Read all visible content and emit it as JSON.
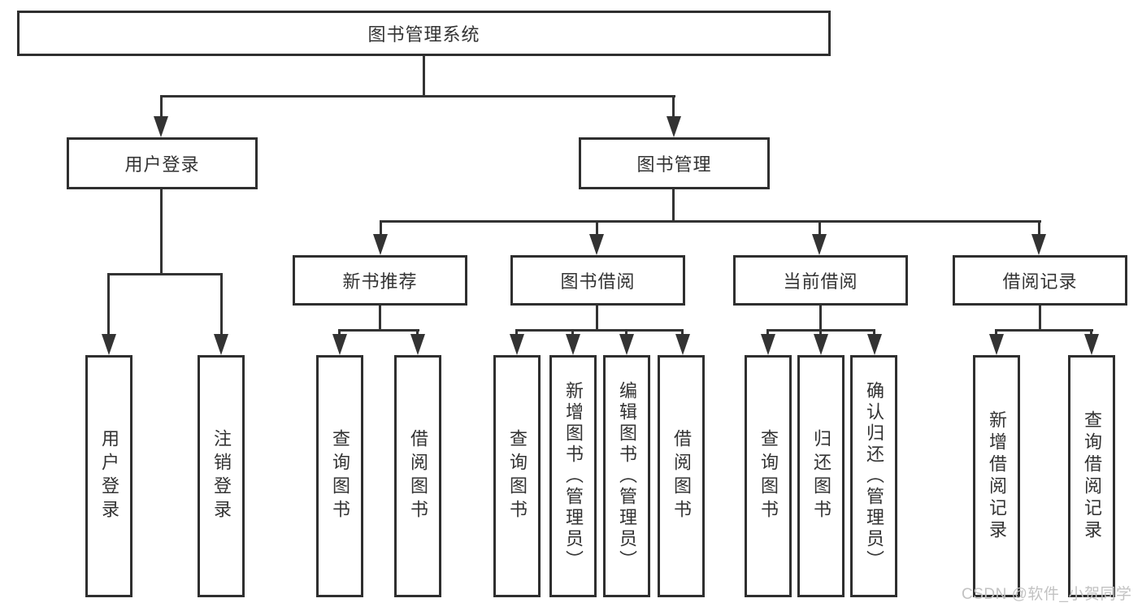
{
  "diagram": {
    "type": "hierarchy-tree",
    "tree": {
      "label": "图书管理系统",
      "children": [
        {
          "label": "用户登录",
          "children": [
            {
              "label": "用户登录"
            },
            {
              "label": "注销登录"
            }
          ]
        },
        {
          "label": "图书管理",
          "children": [
            {
              "label": "新书推荐",
              "children": [
                {
                  "label": "查询图书"
                },
                {
                  "label": "借阅图书"
                }
              ]
            },
            {
              "label": "图书借阅",
              "children": [
                {
                  "label": "查询图书"
                },
                {
                  "label": "新增图书（管理员）"
                },
                {
                  "label": "编辑图书（管理员）"
                },
                {
                  "label": "借阅图书"
                }
              ]
            },
            {
              "label": "当前借阅",
              "children": [
                {
                  "label": "查询图书"
                },
                {
                  "label": "归还图书"
                },
                {
                  "label": "确认归还（管理员）"
                }
              ]
            },
            {
              "label": "借阅记录",
              "children": [
                {
                  "label": "新增借阅记录"
                },
                {
                  "label": "查询借阅记录"
                }
              ]
            }
          ]
        }
      ]
    }
  },
  "watermark": {
    "text": "CSDN @软件_小贺同学"
  },
  "colors": {
    "background": "#ffffff",
    "box_border": "#2f2f2f",
    "line": "#333333",
    "text": "#333333",
    "watermark": "#c2c2c2"
  }
}
